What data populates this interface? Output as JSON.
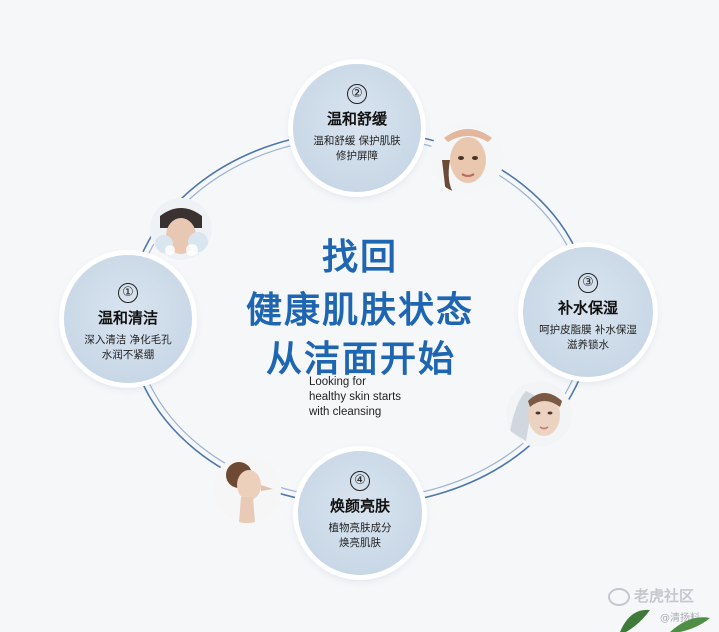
{
  "steps": [
    {
      "number": "①",
      "title": "温和清洁",
      "line1": "深入清洁  净化毛孔",
      "line2": "水润不紧绷"
    },
    {
      "number": "②",
      "title": "温和舒缓",
      "line1": "温和舒缓   保护肌肤",
      "line2": "修护屏障"
    },
    {
      "number": "③",
      "title": "补水保湿",
      "line1": "呵护皮脂膜  补水保湿",
      "line2": "滋养锁水"
    },
    {
      "number": "④",
      "title": "焕颜亮肤",
      "line1": "植物亮肤成分",
      "line2": "焕亮肌肤"
    }
  ],
  "center": {
    "line1": "找回",
    "line2": "健康肌肤状态",
    "line3": "从洁面开始",
    "english": [
      "Looking for",
      "healthy skin starts",
      "with cleansing"
    ]
  },
  "watermark": {
    "brand": "老虎社区",
    "handle": "@清扬料"
  },
  "colors": {
    "accent": "#1e66b2",
    "bubble": "#c9d8e7",
    "ring": "#5a7fb0"
  },
  "icons": [
    "face-cleansing-photo",
    "face-soothing-photo",
    "face-hydration-photo",
    "face-brightening-photo",
    "leaf-icon"
  ]
}
